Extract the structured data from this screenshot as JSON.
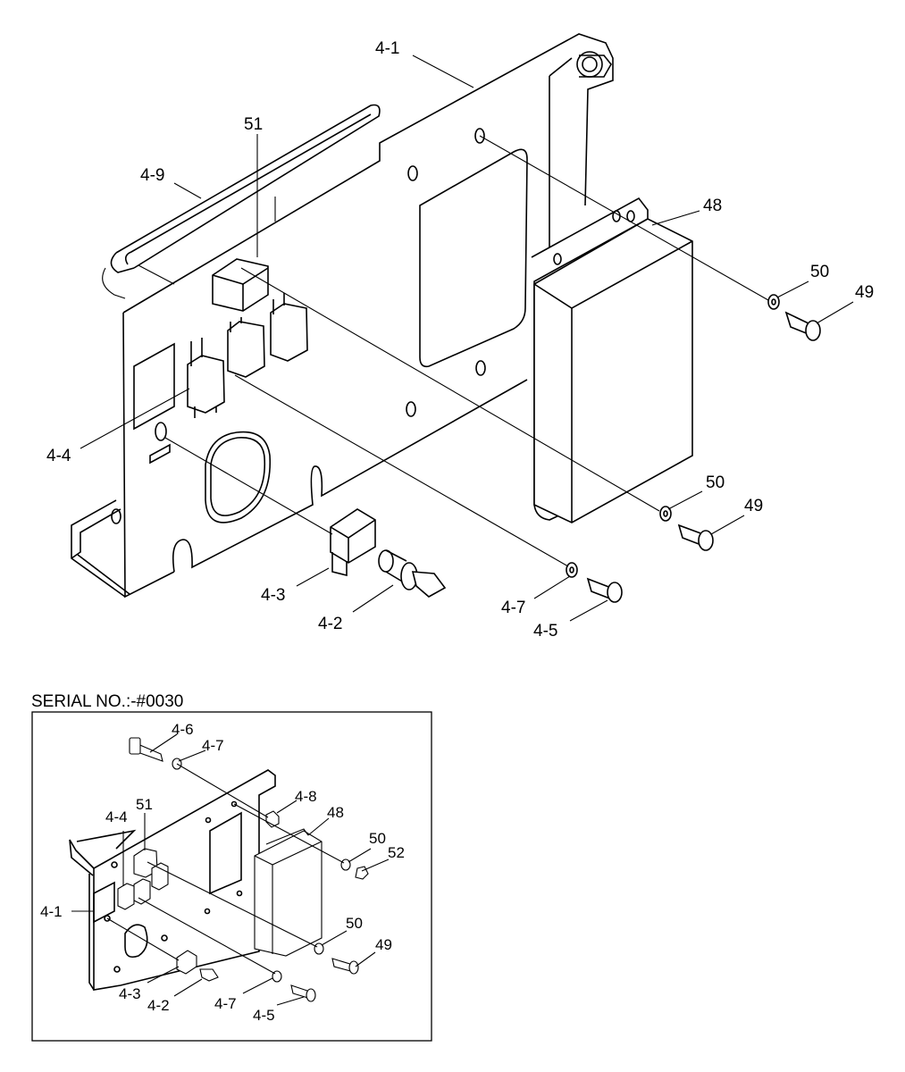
{
  "main_labels": [
    {
      "id": "l41",
      "text": "4-1"
    },
    {
      "id": "l51",
      "text": "51"
    },
    {
      "id": "l49t",
      "text": "4-9"
    },
    {
      "id": "l48",
      "text": "48"
    },
    {
      "id": "l50a",
      "text": "50"
    },
    {
      "id": "l49a",
      "text": "49"
    },
    {
      "id": "l44",
      "text": "4-4"
    },
    {
      "id": "l50b",
      "text": "50"
    },
    {
      "id": "l49b",
      "text": "49"
    },
    {
      "id": "l43",
      "text": "4-3"
    },
    {
      "id": "l42",
      "text": "4-2"
    },
    {
      "id": "l47",
      "text": "4-7"
    },
    {
      "id": "l45",
      "text": "4-5"
    }
  ],
  "inset": {
    "serial_text": "SERIAL NO.:-#0030",
    "labels": [
      {
        "id": "i46",
        "text": "4-6"
      },
      {
        "id": "i47a",
        "text": "4-7"
      },
      {
        "id": "i51",
        "text": "51"
      },
      {
        "id": "i48b",
        "text": "4-8"
      },
      {
        "id": "i48",
        "text": "48"
      },
      {
        "id": "i44",
        "text": "4-4"
      },
      {
        "id": "i50a",
        "text": "50"
      },
      {
        "id": "i52",
        "text": "52"
      },
      {
        "id": "i41",
        "text": "4-1"
      },
      {
        "id": "i50b",
        "text": "50"
      },
      {
        "id": "i49",
        "text": "49"
      },
      {
        "id": "i43",
        "text": "4-3"
      },
      {
        "id": "i42",
        "text": "4-2"
      },
      {
        "id": "i47b",
        "text": "4-7"
      },
      {
        "id": "i45",
        "text": "4-5"
      }
    ]
  }
}
